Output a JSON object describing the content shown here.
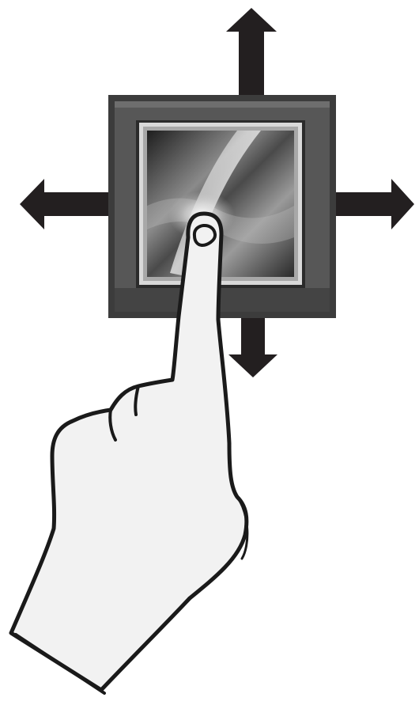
{
  "illustration": {
    "subject": "touchpad-swipe-gesture",
    "directions": [
      "up",
      "down",
      "left",
      "right"
    ],
    "icons": {
      "pad": "touchpad-icon",
      "hand": "pointing-hand-icon",
      "arrow_up": "arrow-up-icon",
      "arrow_down": "arrow-down-icon",
      "arrow_left": "arrow-left-icon",
      "arrow_right": "arrow-right-icon"
    },
    "colors": {
      "background": "#ffffff",
      "arrow": "#231f20",
      "frame_outer": "#3a3a3a",
      "frame_inner": "#5a5a5a",
      "bezel": "#d9d9d9",
      "hand_fill": "#f2f2f2",
      "hand_outline": "#1a1a1a"
    }
  }
}
